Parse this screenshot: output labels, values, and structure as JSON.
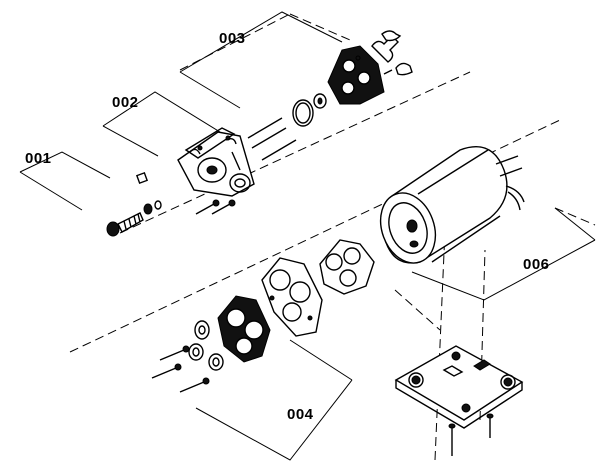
{
  "labels": {
    "p001": "001",
    "p002": "002",
    "p003": "003",
    "p004": "004",
    "p006": "006"
  }
}
